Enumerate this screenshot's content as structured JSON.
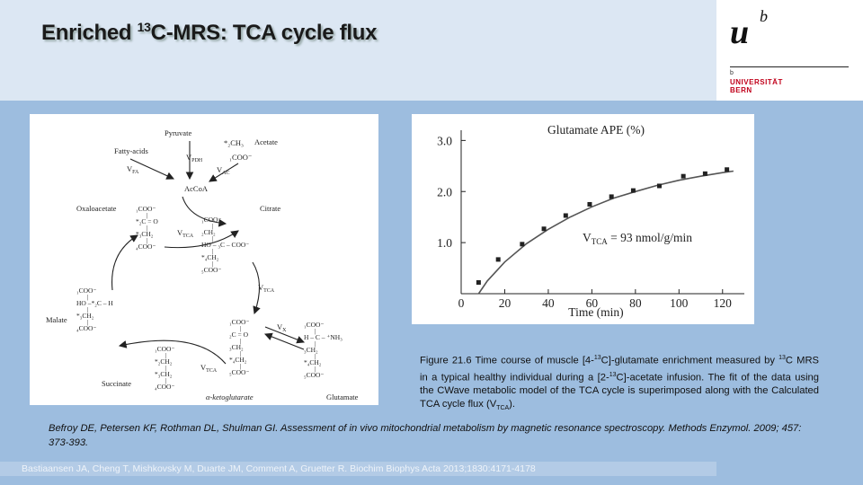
{
  "slide": {
    "title_prefix": "Enriched ",
    "title_sup": "13",
    "title_suffix": "C-MRS: TCA cycle flux"
  },
  "logo": {
    "mark": "u",
    "mark_sup": "b",
    "small_b": "b",
    "line1": "UNIVERSITÄT",
    "line2": "BERN",
    "colors": {
      "text": "#c0001a"
    }
  },
  "diagram": {
    "labels": {
      "pyruvate": "Pyruvate",
      "fatty_acids": "Fatty-acids",
      "acetate": "Acetate",
      "acetate_ch3": "*₂CH₃",
      "acetate_coo": "₁COO⁻",
      "v_pdh": "V",
      "v_pdh_sub": "PDH",
      "v_fa": "V",
      "v_fa_sub": "FA",
      "v_ac": "V",
      "v_ac_sub": "AC",
      "accoa": "AcCoA",
      "oxaloacetate": "Oxaloacetate",
      "citrate": "Citrate",
      "v_tca_1": "V",
      "v_tca_1_sub": "TCA",
      "v_tca_2": "V",
      "v_tca_2_sub": "TCA",
      "v_tca_3": "V",
      "v_tca_3_sub": "TCA",
      "v_x": "V",
      "v_x_sub": "X",
      "malate": "Malate",
      "succinate": "Succinate",
      "ketoglutarate": "α-ketoglutarate",
      "glutamate": "Glutamate"
    },
    "oxaloacetate_lines": [
      "₁COO⁻",
      "|",
      "*₂C = O",
      "|",
      "*₃CH₂",
      "|",
      "₄COO⁻"
    ],
    "citrate_lines": [
      "₁COO⁻",
      "|",
      "₂CH₂",
      "|",
      "HO – ₃C – COO⁻",
      "|",
      "*₄CH₂",
      "|",
      "₅COO⁻"
    ],
    "malate_lines": [
      "₁COO⁻",
      "|",
      "HO –*₂C – H",
      "|",
      "*₃CH₂",
      "|",
      "₄COO⁻"
    ],
    "ketoglutarate_lines": [
      "₁COO⁻",
      "|",
      "₂C = O",
      "|",
      "₃CH₂",
      "|",
      "*₄CH₂",
      "|",
      "₅COO⁻"
    ],
    "succinate_lines": [
      "₁COO⁻",
      "|",
      "*₂CH₂",
      "|",
      "*₃CH₂",
      "|",
      "₄COO⁻"
    ],
    "glutamate_lines": [
      "₁COO⁻",
      "|",
      "H – C – ⁺NH₃",
      "|",
      "₃CH₂",
      "|",
      "*₄CH₂",
      "|",
      "₅COO⁻"
    ]
  },
  "chart_data": {
    "type": "scatter",
    "title": "Glutamate APE (%)",
    "xlabel": "Time (min)",
    "ylabel": "",
    "x_ticks": [
      0,
      20,
      40,
      60,
      80,
      100,
      120
    ],
    "y_ticks": [
      "1.0",
      "2.0",
      "3.0"
    ],
    "xlim": [
      0,
      130
    ],
    "ylim": [
      0,
      3.2
    ],
    "annotation": "V",
    "annotation_sub": "TCA",
    "annotation_rest": " = 93 nmol/g/min",
    "series": [
      {
        "kind": "points",
        "x": [
          8,
          17,
          28,
          38,
          48,
          59,
          69,
          79,
          91,
          102,
          112,
          122
        ],
        "y": [
          0.22,
          0.67,
          0.97,
          1.27,
          1.53,
          1.75,
          1.9,
          2.02,
          2.11,
          2.3,
          2.35,
          2.43
        ]
      },
      {
        "kind": "fit",
        "x": [
          8,
          12,
          20,
          30,
          40,
          50,
          60,
          70,
          80,
          90,
          100,
          110,
          120,
          125
        ],
        "y": [
          0.0,
          0.25,
          0.62,
          0.98,
          1.26,
          1.5,
          1.7,
          1.87,
          2.0,
          2.12,
          2.22,
          2.3,
          2.37,
          2.4
        ]
      }
    ]
  },
  "caption": {
    "p1": "Figure 21.6 Time course of muscle [4-",
    "p1_sup": "13",
    "p2": "C]-glutamate enrichment measured by ",
    "p2_sup": "13",
    "p3": "C MRS in a typical healthy individual during a [2-",
    "p3_sup": "13",
    "p4": "C]-acetate infusion. The fit of the data using the CWave metabolic model of the TCA cycle is superimposed along with the Calculated TCA cycle flux (V",
    "p4_sub": "TCA",
    "p5": ")."
  },
  "reference": "Befroy DE, Petersen KF, Rothman DL, Shulman GI. Assessment of in vivo mitochondrial metabolism by magnetic resonance spectroscopy. Methods Enzymol. 2009; 457: 373-393.",
  "footer": "Bastiaansen JA, Cheng T, Mishkovsky M, Duarte JM, Comment A, Gruetter R. Biochim Biophys Acta 2013;1830:4171-4178"
}
